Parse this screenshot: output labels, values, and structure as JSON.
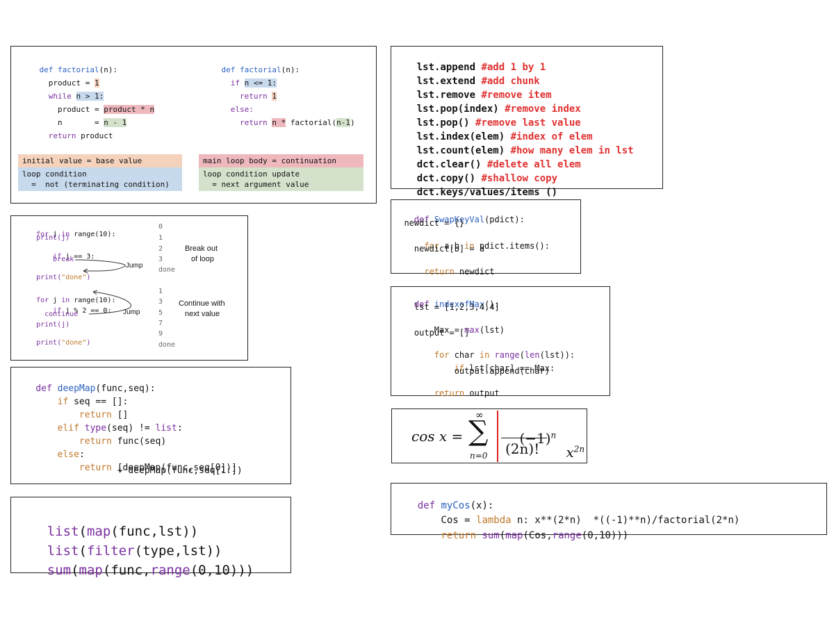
{
  "factorial_box": {
    "iter": {
      "l1_def": "def ",
      "l1_fn": "factorial",
      "l1_rest": "(n):",
      "l2_a": "  product = ",
      "l2_b": "1",
      "l3_a": "  ",
      "l3_kw": "while",
      "l3_sp": " ",
      "l3_b": "n > 1:",
      "l4_a": "    product = ",
      "l4_b": "product * n",
      "l5_a": "    n       = ",
      "l5_b": "n - 1",
      "l6_kw": "  return",
      "l6_rest": " product"
    },
    "rec": {
      "l1_def": "def ",
      "l1_fn": "factorial",
      "l1_rest": "(n):",
      "l2_kw": "  if",
      "l2_sp": " ",
      "l2_b": "n <= 1:",
      "l3_kw": "    return",
      "l3_sp": " ",
      "l3_b": "1",
      "l4_kw": "  else:",
      "l5_kw": "    return",
      "l5_sp": " ",
      "l5_b": "n *",
      "l5_c": " factorial(",
      "l5_d": "n-1",
      "l5_e": ")"
    },
    "legend": {
      "initial": "initial value = base value",
      "loop_cond_1": "loop condition",
      "loop_cond_2": "  =  not (terminating condition)",
      "main_loop": "main loop body = continuation",
      "update_1": "loop condition update",
      "update_2": "  = next argument value"
    }
  },
  "loop_box": {
    "a1_kw": "for",
    "a1_rest": " j ",
    "a1_kw2": "in",
    "a1_rest2": " range(10):",
    "a2": "    print(j)",
    "a3_kw": "    if",
    "a3_rest": " j == 3:",
    "a4": "        break",
    "a5_fn": "print(",
    "a5_str": "\"done\"",
    "a5_end": ")",
    "b1_kw": "for",
    "b1_rest": " j ",
    "b1_kw2": "in",
    "b1_rest2": " range(10):",
    "b2_kw": "    if",
    "b2_rest": " j % 2 == 0:",
    "b3": "      continue",
    "b4": "    print(j)",
    "b5_fn": "print(",
    "b5_str": "\"done\"",
    "b5_end": ")",
    "out_a": [
      "0",
      "1",
      "2",
      "3",
      "done"
    ],
    "out_b": [
      "1",
      "3",
      "5",
      "7",
      "9",
      "done"
    ],
    "jump_a": "Jump",
    "jump_b": "Jump",
    "break_label_1": "Break out",
    "break_label_2": "of loop",
    "continue_label_1": "Continue with",
    "continue_label_2": "next value"
  },
  "deepmap_box": {
    "l1_def": "def ",
    "l1_fn": "deepMap",
    "l1_rest": "(func,seq):",
    "l2_kw": "    if",
    "l2_rest": " seq == []:",
    "l3_kw": "        return",
    "l3_rest": " []",
    "l4_kw": "    elif",
    "l4_sp": " ",
    "l4_fn": "type",
    "l4_rest": "(seq) != ",
    "l4_kw2": "list",
    "l4_end": ":",
    "l5_kw": "        return",
    "l5_rest": " func(seq)",
    "l6_kw": "    else",
    "l6_rest": ":",
    "l7_kw": "        return",
    "l7_rest": " [deepMap(func,seq[0])]",
    "l8": "                   + deepMap(func,seq[1:])"
  },
  "listmap_box": {
    "l1_a": "list",
    "l1_b": "(",
    "l1_c": "map",
    "l1_d": "(func,lst))",
    "l2_a": "list",
    "l2_b": "(",
    "l2_c": "filter",
    "l2_d": "(type,lst))",
    "l3_a": "sum",
    "l3_b": "(",
    "l3_c": "map",
    "l3_d": "(func,",
    "l3_e": "range",
    "l3_f": "(0,10)))"
  },
  "methods_box": {
    "items": [
      {
        "code": "lst.append ",
        "comment": "#add 1 by 1"
      },
      {
        "code": "lst.extend ",
        "comment": "#add chunk"
      },
      {
        "code": "lst.remove ",
        "comment": "#remove item"
      },
      {
        "code": "lst.pop(index) ",
        "comment": "#remove index"
      },
      {
        "code": "lst.pop() ",
        "comment": "#remove last value"
      },
      {
        "code": "lst.index(elem) ",
        "comment": "#index of elem"
      },
      {
        "code": "lst.count(elem) ",
        "comment": "#how many elem in lst"
      },
      {
        "code": "dct.clear() ",
        "comment": "#delete all elem"
      },
      {
        "code": "dct.copy() ",
        "comment": "#shallow copy"
      },
      {
        "code": "dct.keys/values/items ()",
        "comment": ""
      }
    ]
  },
  "swap_box": {
    "l1_def": "def ",
    "l1_fn": "SwapKeyVal",
    "l1_rest": "(pdict):",
    "l2": "  newdict = {}",
    "l3_kw": "  for",
    "l3_rest": " a,b ",
    "l3_kw2": "in",
    "l3_rest2": " pdict.items():",
    "l4": "    newdict[b] = a",
    "l5_kw": "  return",
    "l5_rest": " newdict"
  },
  "indexmax_box": {
    "l1_def": "def ",
    "l1_fn": "indexofMax",
    "l1_rest": "():",
    "l2": "    lst = [1,2,3,4,4]",
    "l3_a": "    Max = ",
    "l3_fn": "max",
    "l3_rest": "(lst)",
    "l4": "    output = []",
    "l5_kw": "    for",
    "l5_rest": " char ",
    "l5_kw2": "in",
    "l5_sp": " ",
    "l5_fn": "range",
    "l5_b": "(",
    "l5_fn2": "len",
    "l5_rest2": "(lst)):",
    "l6_kw": "        if",
    "l6_rest": " lst[char] == Max:",
    "l7": "            output.append(char)",
    "l8_kw": "    return",
    "l8_rest": " output"
  },
  "formula_box": {
    "lhs": "cos x =",
    "sum_top": "∞",
    "sum_sym": "∑",
    "sum_bottom": "n=0",
    "num_base": "(−1)",
    "num_exp": "n",
    "den": "(2n)!",
    "x": "x",
    "x_exp": "2n"
  },
  "mycos_box": {
    "l1_def": "def ",
    "l1_fn": "myCos",
    "l1_rest": "(x):",
    "l2_a": "    Cos = ",
    "l2_kw": "lambda",
    "l2_rest": " n: x**(2*n)  *((-1)**n)/factorial(2*n)",
    "l3_kw": "    return",
    "l3_sp": " ",
    "l3_fn": "sum",
    "l3_b": "(",
    "l3_fn2": "map",
    "l3_c": "(Cos,",
    "l3_fn3": "range",
    "l3_d": "(0,10)))"
  }
}
